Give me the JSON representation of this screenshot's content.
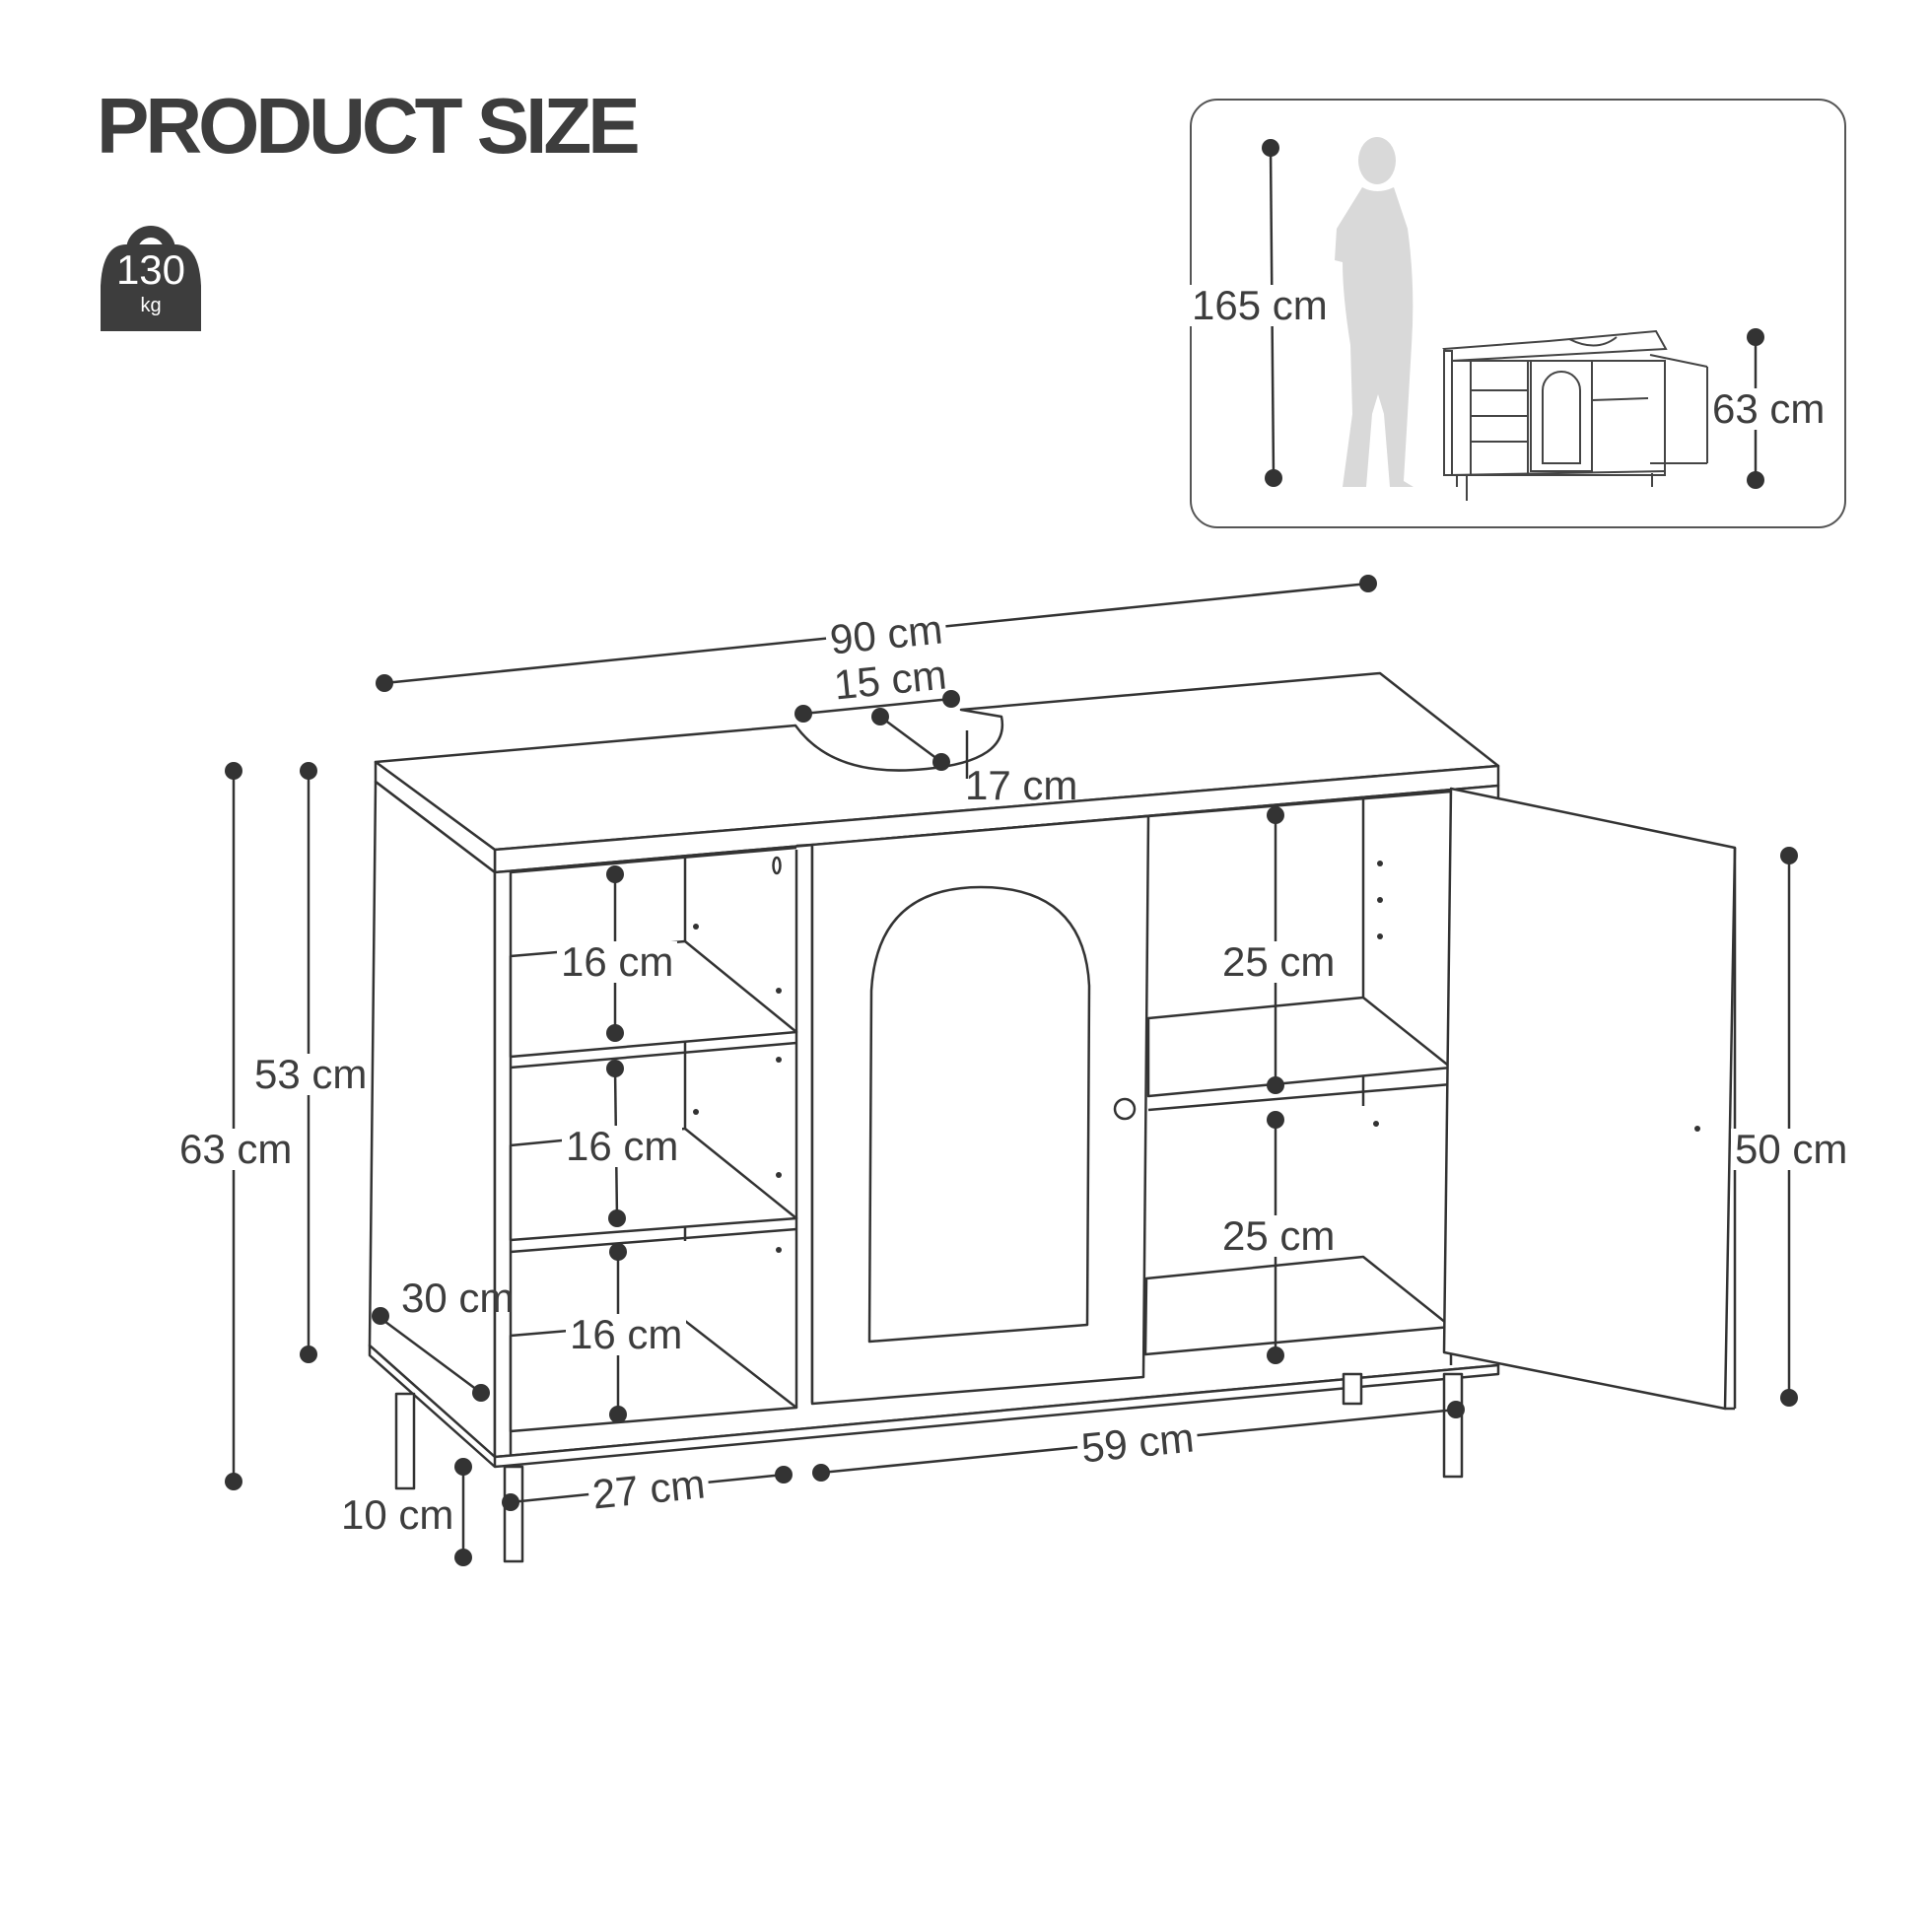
{
  "title": "PRODUCT SIZE",
  "weight_badge": {
    "value": "130",
    "unit": "kg",
    "icon": "weight-icon"
  },
  "colors": {
    "text": "#3d3d3d",
    "line": "#333333",
    "silhouette": "#d9d9d9",
    "panel_border": "#555555"
  },
  "inset": {
    "person_height": "165 cm",
    "cabinet_height": "63 cm",
    "icons": [
      "person-silhouette-icon",
      "cabinet-mini-icon"
    ]
  },
  "dimensions": {
    "width": "90 cm",
    "sink_cutout_width": "15 cm",
    "sink_cutout_depth": "17 cm",
    "total_height": "63 cm",
    "body_height": "53 cm",
    "depth": "30 cm",
    "leg_height": "10 cm",
    "left_shelf_1": "16 cm",
    "left_shelf_2": "16 cm",
    "left_shelf_3": "16 cm",
    "left_compartment_width": "27 cm",
    "right_compartment_width": "59 cm",
    "right_shelf_top": "25 cm",
    "right_shelf_bottom": "25 cm",
    "door_height": "50 cm"
  }
}
